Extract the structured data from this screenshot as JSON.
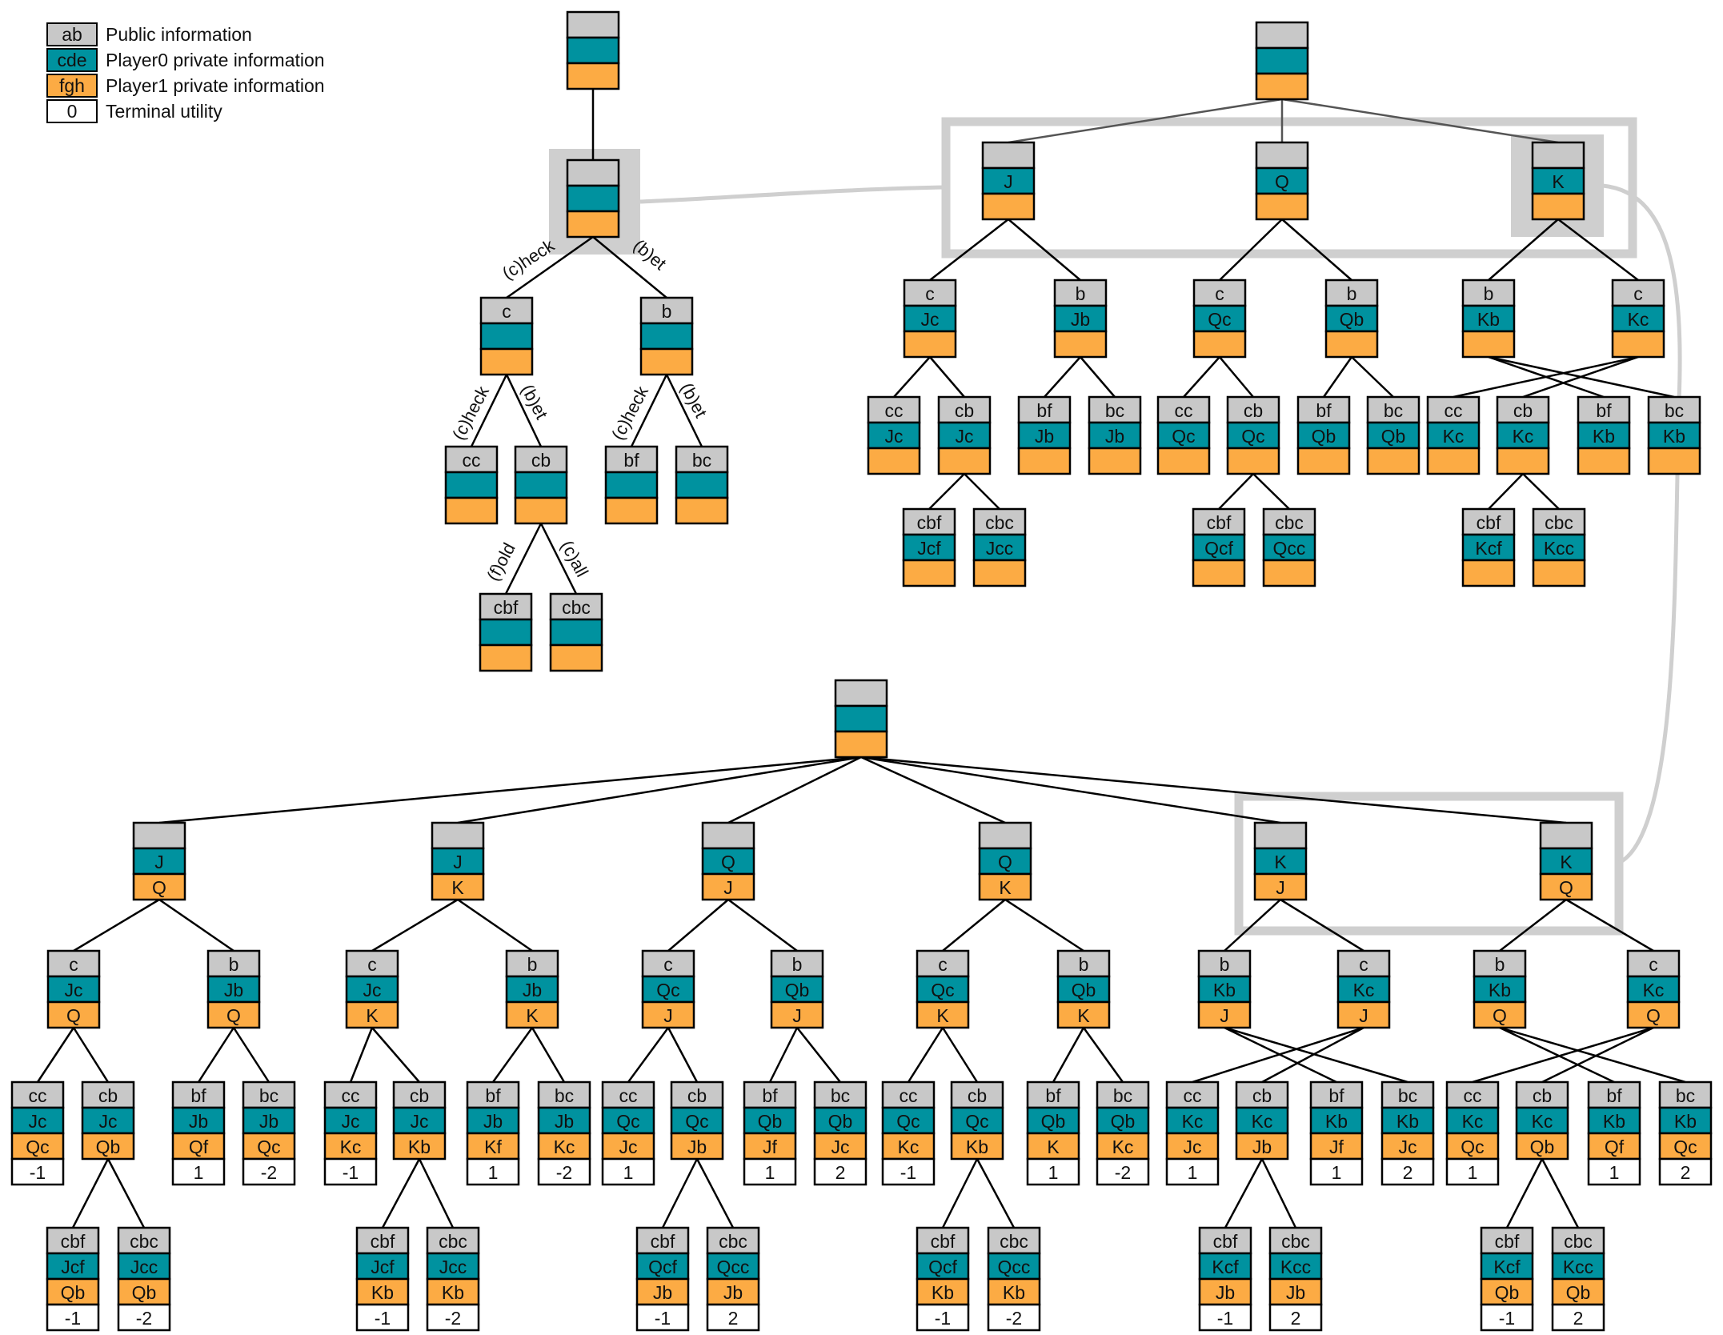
{
  "colors": {
    "public": "#c8c8c8",
    "player0": "#00929f",
    "player1": "#fcab44",
    "terminal": "#ffffff",
    "highlight": "#cfcfcf"
  },
  "legend": [
    {
      "swatch": "ab",
      "label": "Public information",
      "color": "#c8c8c8"
    },
    {
      "swatch": "cde",
      "label": "Player0 private information",
      "color": "#00929f"
    },
    {
      "swatch": "fgh",
      "label": "Player1 private information",
      "color": "#fcab44"
    },
    {
      "swatch": "0",
      "label": "Terminal utility",
      "color": "#ffffff"
    }
  ],
  "public_tree": {
    "root": {
      "pub": "",
      "p0": "",
      "p1": ""
    },
    "node": {
      "pub": "",
      "p0": "",
      "p1": ""
    },
    "edge_labels": {
      "check": "(c)heck",
      "bet": "(b)et",
      "fold": "(f)old",
      "call": "(c)all"
    },
    "nodes": [
      {
        "pub": "c",
        "p0": "",
        "p1": ""
      },
      {
        "pub": "b",
        "p0": "",
        "p1": ""
      },
      {
        "pub": "cc",
        "p0": "",
        "p1": ""
      },
      {
        "pub": "cb",
        "p0": "",
        "p1": ""
      },
      {
        "pub": "bf",
        "p0": "",
        "p1": ""
      },
      {
        "pub": "bc",
        "p0": "",
        "p1": ""
      },
      {
        "pub": "cbf",
        "p0": "",
        "p1": ""
      },
      {
        "pub": "cbc",
        "p0": "",
        "p1": ""
      }
    ]
  },
  "player0_tree": {
    "root": {
      "pub": "",
      "p0": "",
      "p1": ""
    },
    "cards": [
      {
        "pub": "",
        "p0": "J",
        "p1": ""
      },
      {
        "pub": "",
        "p0": "Q",
        "p1": ""
      },
      {
        "pub": "",
        "p0": "K",
        "p1": ""
      }
    ],
    "nodes": [
      {
        "pub": "c",
        "p0": "Jc",
        "p1": ""
      },
      {
        "pub": "b",
        "p0": "Jb",
        "p1": ""
      },
      {
        "pub": "cc",
        "p0": "Jc",
        "p1": ""
      },
      {
        "pub": "cb",
        "p0": "Jc",
        "p1": ""
      },
      {
        "pub": "bf",
        "p0": "Jb",
        "p1": ""
      },
      {
        "pub": "bc",
        "p0": "Jb",
        "p1": ""
      },
      {
        "pub": "cbf",
        "p0": "Jcf",
        "p1": ""
      },
      {
        "pub": "cbc",
        "p0": "Jcc",
        "p1": ""
      },
      {
        "pub": "c",
        "p0": "Qc",
        "p1": ""
      },
      {
        "pub": "b",
        "p0": "Qb",
        "p1": ""
      },
      {
        "pub": "cc",
        "p0": "Qc",
        "p1": ""
      },
      {
        "pub": "cb",
        "p0": "Qc",
        "p1": ""
      },
      {
        "pub": "bf",
        "p0": "Qb",
        "p1": ""
      },
      {
        "pub": "bc",
        "p0": "Qb",
        "p1": ""
      },
      {
        "pub": "cbf",
        "p0": "Qcf",
        "p1": ""
      },
      {
        "pub": "cbc",
        "p0": "Qcc",
        "p1": ""
      },
      {
        "pub": "b",
        "p0": "Kb",
        "p1": ""
      },
      {
        "pub": "c",
        "p0": "Kc",
        "p1": ""
      },
      {
        "pub": "cc",
        "p0": "Kc",
        "p1": ""
      },
      {
        "pub": "cb",
        "p0": "Kc",
        "p1": ""
      },
      {
        "pub": "bf",
        "p0": "Kb",
        "p1": ""
      },
      {
        "pub": "bc",
        "p0": "Kb",
        "p1": ""
      },
      {
        "pub": "cbf",
        "p0": "Kcf",
        "p1": ""
      },
      {
        "pub": "cbc",
        "p0": "Kcc",
        "p1": ""
      }
    ]
  },
  "full_tree": {
    "root": {
      "pub": "",
      "p0": "",
      "p1": ""
    },
    "deals": [
      {
        "pub": "",
        "p0": "J",
        "p1": "Q"
      },
      {
        "pub": "",
        "p0": "J",
        "p1": "K"
      },
      {
        "pub": "",
        "p0": "Q",
        "p1": "J"
      },
      {
        "pub": "",
        "p0": "Q",
        "p1": "K"
      },
      {
        "pub": "",
        "p0": "K",
        "p1": "J"
      },
      {
        "pub": "",
        "p0": "K",
        "p1": "Q"
      }
    ],
    "subtrees": [
      {
        "first": {
          "pub": "c",
          "p0": "Jc",
          "p1": "Q"
        },
        "second": {
          "pub": "b",
          "p0": "Jb",
          "p1": "Q"
        },
        "a": {
          "pub": "cc",
          "p0": "Jc",
          "p1": "Qc",
          "u": "-1"
        },
        "b": {
          "pub": "cb",
          "p0": "Jc",
          "p1": "Qb"
        },
        "c": {
          "pub": "bf",
          "p0": "Jb",
          "p1": "Qf",
          "u": "1"
        },
        "d": {
          "pub": "bc",
          "p0": "Jb",
          "p1": "Qc",
          "u": "-2"
        },
        "e": {
          "pub": "cbf",
          "p0": "Jcf",
          "p1": "Qb",
          "u": "-1"
        },
        "f": {
          "pub": "cbc",
          "p0": "Jcc",
          "p1": "Qb",
          "u": "-2"
        }
      },
      {
        "first": {
          "pub": "c",
          "p0": "Jc",
          "p1": "K"
        },
        "second": {
          "pub": "b",
          "p0": "Jb",
          "p1": "K"
        },
        "a": {
          "pub": "cc",
          "p0": "Jc",
          "p1": "Kc",
          "u": "-1"
        },
        "b": {
          "pub": "cb",
          "p0": "Jc",
          "p1": "Kb"
        },
        "c": {
          "pub": "bf",
          "p0": "Jb",
          "p1": "Kf",
          "u": "1"
        },
        "d": {
          "pub": "bc",
          "p0": "Jb",
          "p1": "Kc",
          "u": "-2"
        },
        "e": {
          "pub": "cbf",
          "p0": "Jcf",
          "p1": "Kb",
          "u": "-1"
        },
        "f": {
          "pub": "cbc",
          "p0": "Jcc",
          "p1": "Kb",
          "u": "-2"
        }
      },
      {
        "first": {
          "pub": "c",
          "p0": "Qc",
          "p1": "J"
        },
        "second": {
          "pub": "b",
          "p0": "Qb",
          "p1": "J"
        },
        "a": {
          "pub": "cc",
          "p0": "Qc",
          "p1": "Jc",
          "u": "1"
        },
        "b": {
          "pub": "cb",
          "p0": "Qc",
          "p1": "Jb"
        },
        "c": {
          "pub": "bf",
          "p0": "Qb",
          "p1": "Jf",
          "u": "1"
        },
        "d": {
          "pub": "bc",
          "p0": "Qb",
          "p1": "Jc",
          "u": "2"
        },
        "e": {
          "pub": "cbf",
          "p0": "Qcf",
          "p1": "Jb",
          "u": "-1"
        },
        "f": {
          "pub": "cbc",
          "p0": "Qcc",
          "p1": "Jb",
          "u": "2"
        }
      },
      {
        "first": {
          "pub": "c",
          "p0": "Qc",
          "p1": "K"
        },
        "second": {
          "pub": "b",
          "p0": "Qb",
          "p1": "K"
        },
        "a": {
          "pub": "cc",
          "p0": "Qc",
          "p1": "Kc",
          "u": "-1"
        },
        "b": {
          "pub": "cb",
          "p0": "Qc",
          "p1": "Kb"
        },
        "c": {
          "pub": "bf",
          "p0": "Qb",
          "p1": "K",
          "u": "1"
        },
        "d": {
          "pub": "bc",
          "p0": "Qb",
          "p1": "Kc",
          "u": "-2"
        },
        "e": {
          "pub": "cbf",
          "p0": "Qcf",
          "p1": "Kb",
          "u": "-1"
        },
        "f": {
          "pub": "cbc",
          "p0": "Qcc",
          "p1": "Kb",
          "u": "-2"
        }
      },
      {
        "first": {
          "pub": "b",
          "p0": "Kb",
          "p1": "J"
        },
        "second": {
          "pub": "c",
          "p0": "Kc",
          "p1": "J"
        },
        "a": {
          "pub": "cc",
          "p0": "Kc",
          "p1": "Jc",
          "u": "1"
        },
        "b": {
          "pub": "cb",
          "p0": "Kc",
          "p1": "Jb"
        },
        "c": {
          "pub": "bf",
          "p0": "Kb",
          "p1": "Jf",
          "u": "1"
        },
        "d": {
          "pub": "bc",
          "p0": "Kb",
          "p1": "Jc",
          "u": "2"
        },
        "e": {
          "pub": "cbf",
          "p0": "Kcf",
          "p1": "Jb",
          "u": "-1"
        },
        "f": {
          "pub": "cbc",
          "p0": "Kcc",
          "p1": "Jb",
          "u": "2"
        }
      },
      {
        "first": {
          "pub": "b",
          "p0": "Kb",
          "p1": "Q"
        },
        "second": {
          "pub": "c",
          "p0": "Kc",
          "p1": "Q"
        },
        "a": {
          "pub": "cc",
          "p0": "Kc",
          "p1": "Qc",
          "u": "1"
        },
        "b": {
          "pub": "cb",
          "p0": "Kc",
          "p1": "Qb"
        },
        "c": {
          "pub": "bf",
          "p0": "Kb",
          "p1": "Qf",
          "u": "1"
        },
        "d": {
          "pub": "bc",
          "p0": "Kb",
          "p1": "Qc",
          "u": "2"
        },
        "e": {
          "pub": "cbf",
          "p0": "Kcf",
          "p1": "Qb",
          "u": "-1"
        },
        "f": {
          "pub": "cbc",
          "p0": "Kcc",
          "p1": "Qb",
          "u": "2"
        }
      }
    ]
  }
}
